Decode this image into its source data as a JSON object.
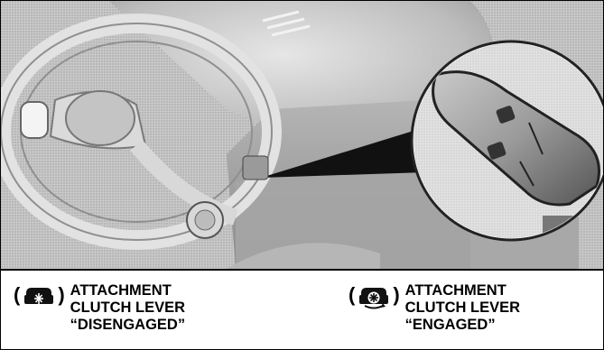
{
  "figure": {
    "icons": {
      "disengaged": "attachment-clutch-disengaged-icon",
      "engaged": "attachment-clutch-engaged-icon"
    }
  },
  "captions": {
    "disengaged": {
      "paren_open": "(",
      "paren_close": ")",
      "line1": "ATTACHMENT",
      "line2": "CLUTCH LEVER",
      "line3": "“DISENGAGED”"
    },
    "engaged": {
      "paren_open": "(",
      "paren_close": ")",
      "line1": "ATTACHMENT",
      "line2": "CLUTCH LEVER",
      "line3": "“ENGAGED”"
    }
  }
}
